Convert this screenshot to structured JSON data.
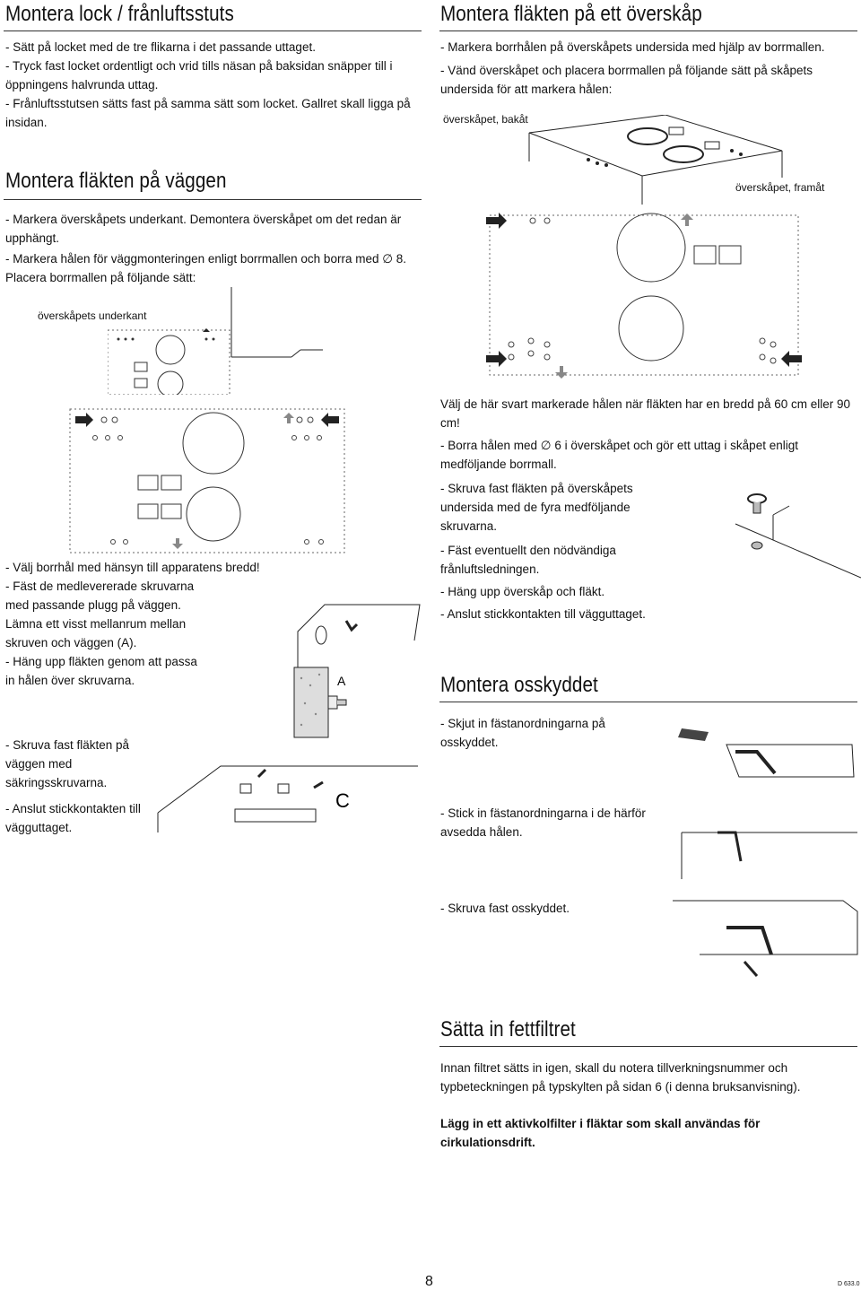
{
  "left": {
    "s1": {
      "title": "Montera lock / frånluftsstuts",
      "items": [
        "- Sätt på locket med de tre flikarna i det passande uttaget.",
        "- Tryck fast locket ordentligt och vrid tills näsan på baksidan snäpper till i öppningens halvrunda uttag.",
        "- Frånluftsstutsen sätts fast på samma sätt som locket. Gallret skall ligga på insidan."
      ]
    },
    "s2": {
      "title": "Montera fläkten på väggen",
      "items": [
        "- Markera överskåpets underkant. Demontera överskåpet om det redan är upphängt.",
        "- Markera hålen för väggmonteringen enligt borrmallen och borra med ∅ 8. Placera borrmallen på följande sätt:"
      ],
      "caption": "överskåpets underkant",
      "steps1": [
        "- Välj borrhål med hänsyn till  apparatens bredd!",
        "- Fäst de medlevererade skruvarna med passande plugg på väggen. Lämna ett visst mellanrum mellan skruven och väggen (A).",
        "- Häng upp fläkten genom att passa in hålen över skruvarna."
      ],
      "steps2": [
        "- Skruva fast fläkten på väggen med säkringsskruvarna.",
        "- Anslut stickkontakten till vägguttaget."
      ],
      "label_a": "A",
      "label_c": "C"
    }
  },
  "right": {
    "s1": {
      "title": "Montera fläkten på ett överskåp",
      "items": [
        "- Markera borrhålen på överskåpets undersida med hjälp av borrmallen.",
        "- Vänd överskåpet och placera borrmallen på följande sätt på skåpets undersida för att markera hålen:"
      ],
      "cap_back": "överskåpet, bakåt",
      "cap_front": "överskåpet, framåt",
      "note": "Välj de här svart markerade hålen när fläkten har en bredd på 60 cm eller 90 cm!",
      "steps": [
        "- Borra hålen med ∅ 6 i överskåpet och gör ett uttag i skåpet enligt medföljande borrmall.",
        "- Skruva fast fläkten på överskåpets undersida med de fyra medföljande skruvarna.",
        "- Fäst eventuellt den nödvändiga frånluftsledningen.",
        "- Häng upp överskåp och fläkt.",
        "- Anslut stickkontakten till vägguttaget."
      ]
    },
    "s2": {
      "title": "Montera osskyddet",
      "items": [
        "- Skjut in fästanordningarna på osskyddet.",
        "- Stick in fästanordningarna i de härför avsedda hålen.",
        "- Skruva fast osskyddet."
      ]
    },
    "s3": {
      "title": "Sätta in fettfiltret",
      "para": "Innan filtret sätts in igen, skall du notera tillverkningsnummer och typbeteckningen på typskylten på sidan 6  (i denna bruksanvisning).",
      "bold": "Lägg in ett aktivkolfilter i fläktar som skall användas för cirkulationsdrift."
    }
  },
  "footer": {
    "page": "8",
    "code": "D 633.0"
  }
}
